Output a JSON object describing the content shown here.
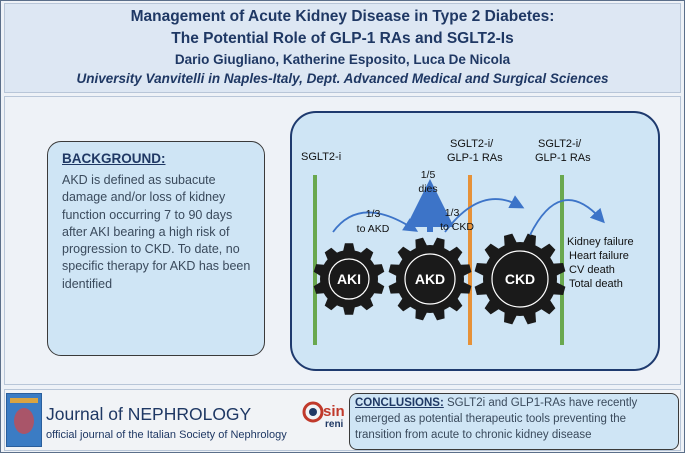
{
  "header": {
    "title_line1": "Management of Acute Kidney Disease in Type 2 Diabetes:",
    "title_line2": "The Potential Role of GLP-1 RAs and SGLT2-Is",
    "authors": "Dario Giugliano, Katherine Esposito, Luca De Nicola",
    "affiliation": "University Vanvitelli in Naples-Italy, Dept. Advanced Medical and Surgical Sciences"
  },
  "background": {
    "heading": "BACKGROUND:",
    "text": "AKD is defined as subacute damage and/or loss of kidney function occurring 7 to 90 days after AKI  bearing  a high risk of progression to CKD. To date, no specific therapy for AKD has been identified"
  },
  "diagram": {
    "line_labels": [
      "SGLT2-i",
      "SGLT2-i/",
      "GLP-1 RAs",
      "SGLT2-i/",
      "GLP-1 RAs"
    ],
    "gears": [
      "AKI",
      "AKD",
      "CKD"
    ],
    "arrow_labels": [
      "1/3",
      "to AKD",
      "1/5",
      "dies",
      "1/3",
      "to CKD"
    ],
    "outcomes": [
      "Kidney failure",
      "Heart failure",
      "CV death",
      "Total death"
    ],
    "colors": {
      "green_line": "#6aa84f",
      "orange_line": "#e69138",
      "gear": "#1a1a1a",
      "arrow": "#3d74c8"
    }
  },
  "footer": {
    "journal_title": "Journal of NEPHROLOGY",
    "journal_subtitle": "official journal of the Italian Society of Nephrology",
    "logo_text": "sin",
    "logo_sub": "reni",
    "conclusions_heading": "CONCLUSIONS:",
    "conclusions_text": " SGLT2i and GLP1-RAs have recently emerged as potential therapeutic tools preventing the transition from acute to chronic kidney disease"
  }
}
